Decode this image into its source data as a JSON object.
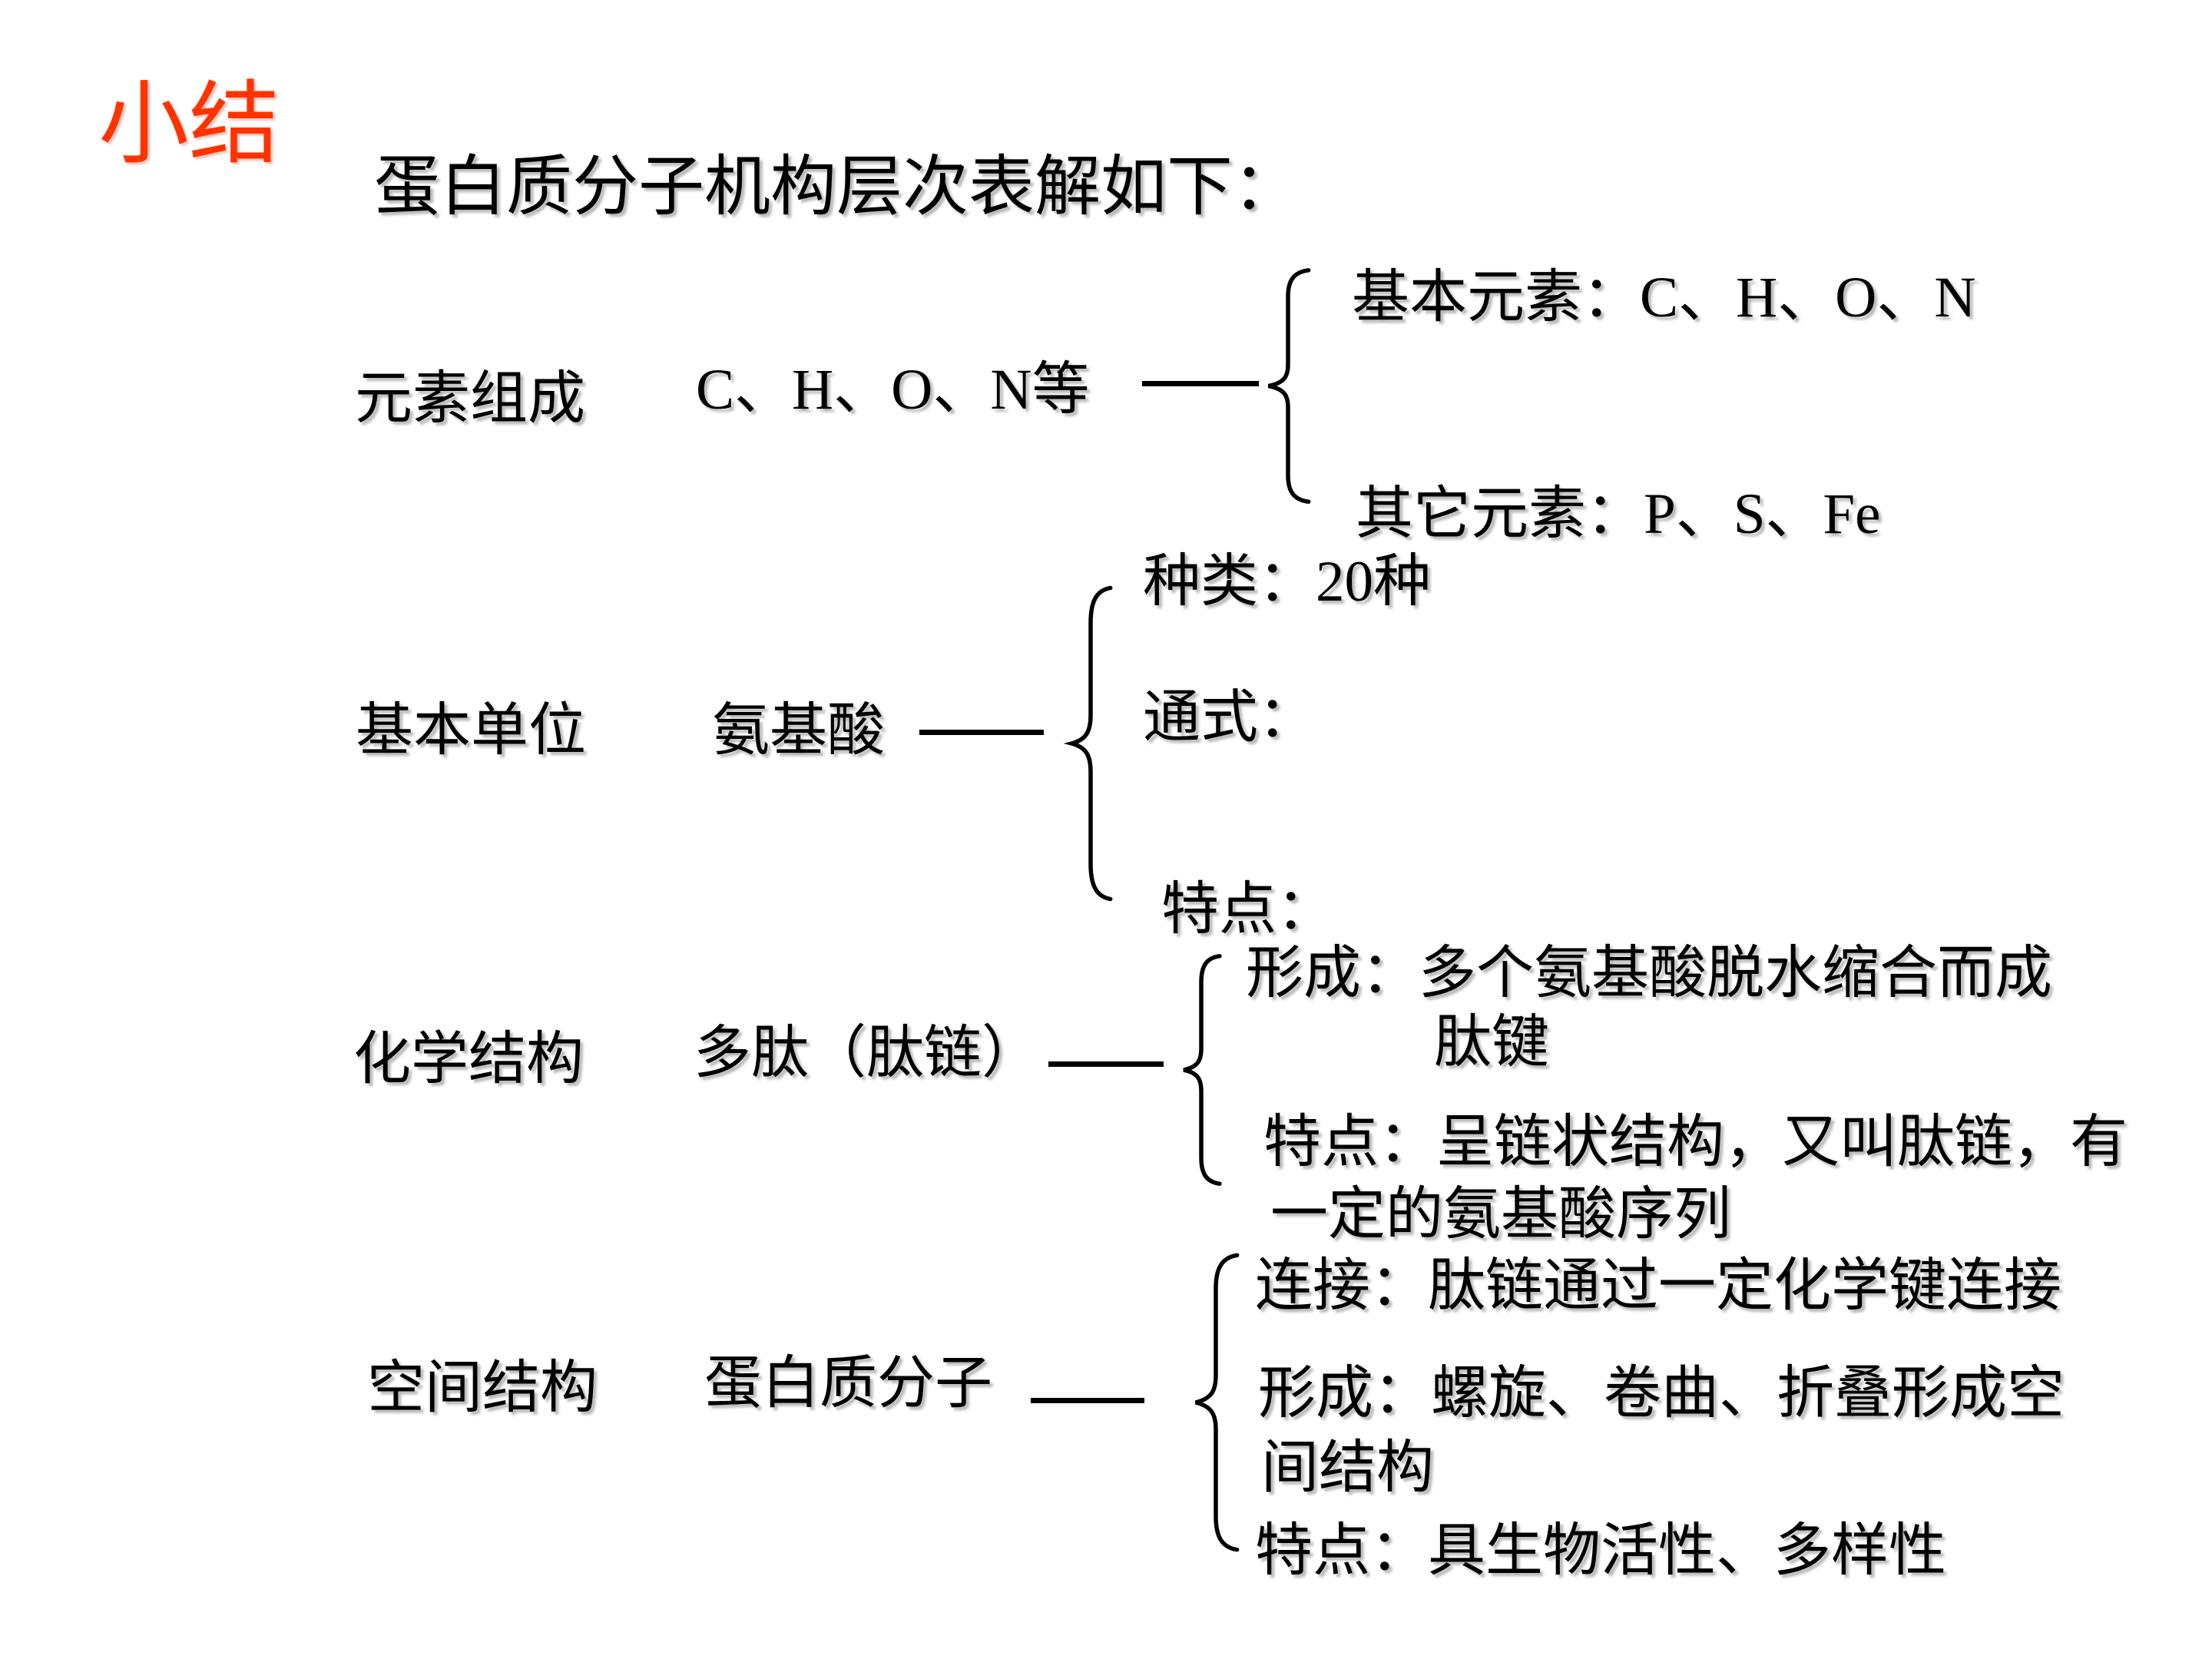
{
  "slide": {
    "title": "小结",
    "subtitle": "蛋白质分子机构层次表解如下：",
    "title_color": "#FF3300",
    "text_color": "#000000",
    "background_color": "#FFFFFF"
  },
  "rows": [
    {
      "label": "元素组成",
      "item": "C、H、O、N等",
      "branches": {
        "top": "基本元素：C、H、O、N",
        "bottom": "其它元素：P、S、Fe"
      }
    },
    {
      "label": "基本单位",
      "item": "氨基酸",
      "branches": {
        "types": "种类：20种",
        "general_formula": "通式：",
        "characteristics": "特点："
      }
    },
    {
      "label": "化学结构",
      "item": "多肽（肽链）",
      "branches": {
        "formation_line1": "形成：多个氨基酸脱水缩合而成",
        "formation_line2": "肽键",
        "characteristics_line1": "特点：呈链状结构，又叫肽链，有",
        "characteristics_line2": "一定的氨基酸序列"
      }
    },
    {
      "label": "空间结构",
      "item": "蛋白质分子",
      "branches": {
        "connection": "连接：肽链通过一定化学键连接",
        "formation_line1": "形成：螺旋、卷曲、折叠形成空",
        "formation_line2": "间结构",
        "characteristics": "特点：具生物活性、多样性"
      }
    }
  ]
}
